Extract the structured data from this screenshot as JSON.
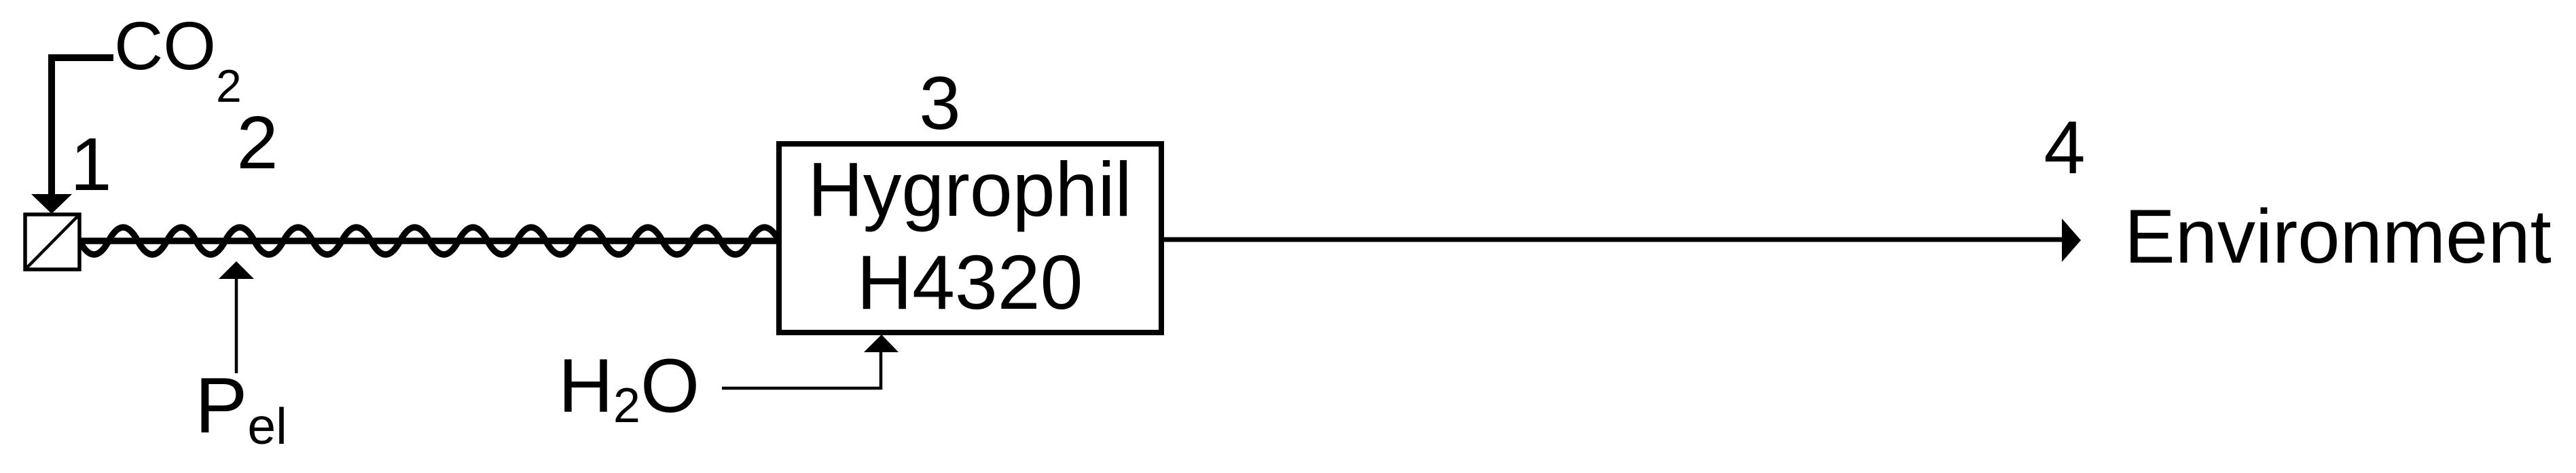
{
  "colors": {
    "ink": "#000000",
    "background": "#ffffff"
  },
  "stream_numbers": {
    "s1": "1",
    "s2": "2",
    "s3": "3",
    "s4": "4"
  },
  "labels": {
    "co2": {
      "main": "CO",
      "sub": "2"
    },
    "h2o": {
      "main": "H",
      "sub": "2",
      "tail": "O"
    },
    "pel": {
      "main": "P",
      "sub": "el"
    },
    "environment": "Environment"
  },
  "analyzer": {
    "line1": "Hygrophil",
    "line2": "H4320"
  }
}
